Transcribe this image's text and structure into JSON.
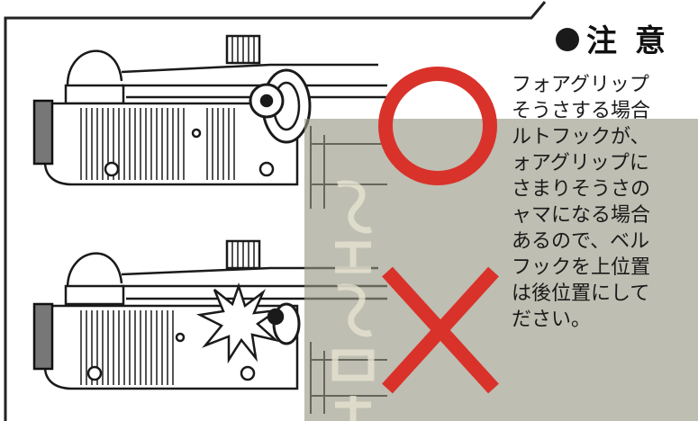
{
  "heading": {
    "text": "注 意"
  },
  "notes": {
    "lines": [
      "フォアグリップ",
      "そうさする場合",
      "ルトフックが、",
      "ォアグリップに",
      "さまりそうさの",
      "ャマになる場合",
      "あるので、ベル",
      "フックを上位置",
      "は後位置にして",
      "ださい。"
    ]
  },
  "symbols": {
    "ok": {
      "meaning": "correct",
      "color": "#d9322a"
    },
    "ng": {
      "meaning": "incorrect",
      "color": "#d9322a"
    }
  },
  "colors": {
    "ink": "#1a1a1a",
    "mark_red": "#d9322a",
    "overlay": "#969682"
  }
}
